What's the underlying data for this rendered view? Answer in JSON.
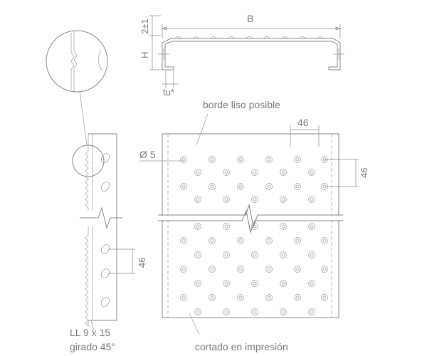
{
  "labels": {
    "width": "B",
    "tolerance": "2±1",
    "height": "H",
    "thickness": "tu*",
    "smooth_edge": "borde liso posible",
    "pitch_top": "46",
    "pitch_right": "46",
    "pitch_side": "46",
    "hole_diameter": "Ø 5",
    "slot_size": "LL 9 x 15",
    "slot_rotation": "girado 45°",
    "cut_note": "cortado en impresión"
  },
  "colors": {
    "line": "#8a8a8a",
    "text": "#7a7a7a"
  }
}
